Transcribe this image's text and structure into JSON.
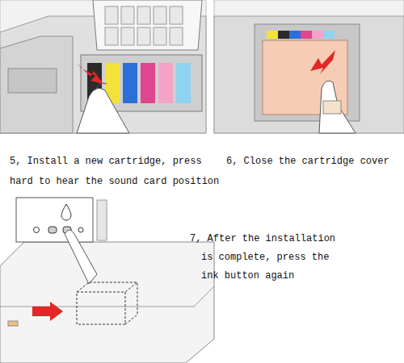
{
  "diagram": {
    "labels": [
      "5, Install a new cartridge, press hard to hear the sound card position",
      "6, Close the cartridge cover",
      "7, After the installation is complete, press the ink button again"
    ]
  }
}
